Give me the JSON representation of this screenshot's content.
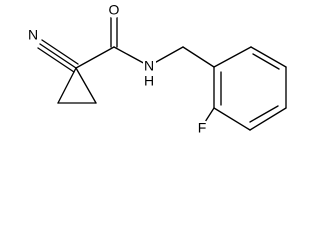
{
  "molecule": {
    "atom_labels": {
      "nitrile_nitrogen": "N",
      "carbonyl_oxygen": "O",
      "amide_nitrogen": "N",
      "amide_hydrogen": "H",
      "fluorine": "F"
    }
  },
  "colors": {
    "bond": "#000000",
    "text": "#000000",
    "background": "#ffffff"
  }
}
